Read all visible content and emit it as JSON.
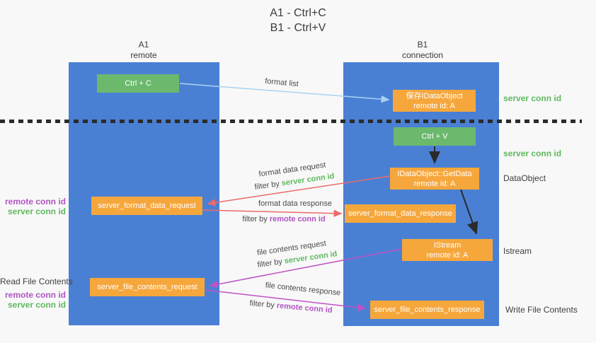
{
  "title": {
    "line1": "A1 - Ctrl+C",
    "line2": "B1 - Ctrl+V"
  },
  "lanes": {
    "left": {
      "name": "A1",
      "role": "remote"
    },
    "right": {
      "name": "B1",
      "role": "connection"
    }
  },
  "boxes": {
    "ctrl_c": "Ctrl + C",
    "save_idataobject": {
      "line1": "保存IDataObject",
      "line2": "remote id: A"
    },
    "ctrl_v": "Ctrl + V",
    "getdata": {
      "line1": "IDataObject::GetData",
      "line2": "remote id: A"
    },
    "format_request": "server_format_data_request",
    "format_response": "server_format_data_response",
    "istream": {
      "line1": "IStream",
      "line2": "remote id: A"
    },
    "file_request": "server_file_contents_request",
    "file_response": "server_file_contents_response"
  },
  "arrow_labels": {
    "format_list": "format list",
    "format_data_request": "format data request",
    "format_data_response": "format data response",
    "file_contents_request": "file contents request",
    "file_contents_response": "file contents response",
    "filter_by": "filter by ",
    "server_conn_id": "server conn id",
    "remote_conn_id": "remote conn id"
  },
  "side_labels": {
    "left": {
      "remote_conn_id": "remote conn id",
      "server_conn_id": "server conn id",
      "read_file_contents": "Read File Contents",
      "remote_conn_id_2": "remote conn id",
      "server_conn_id_2": "server conn id"
    },
    "right": {
      "server_conn_id_1": "server conn id",
      "server_conn_id_2": "server conn id",
      "dataobject": "DataObject",
      "istream": "Istream",
      "write_file_contents": "Write File Contents"
    }
  },
  "colors": {
    "lane_blue": "#4a80d4",
    "box_orange": "#f6a73c",
    "box_green": "#6cb96e",
    "arrow_blue": "#a9d2f3",
    "arrow_black": "#2b2b2b",
    "arrow_red": "#ed6a6a",
    "arrow_magenta": "#bf52c5",
    "text_green": "#5fb95f",
    "text_purple": "#b054c2"
  }
}
